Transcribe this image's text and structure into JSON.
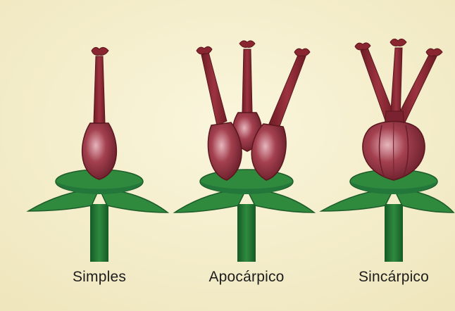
{
  "figure": {
    "colors": {
      "background": "#f6f1cf",
      "ovary": "#a4404f",
      "style": "#8a2630",
      "sepal": "#2f8a3e",
      "stem": "#1f6e31",
      "text": "#1c1c1c"
    },
    "labels": {
      "simples": "Simples",
      "apocarpico": "Apocárpico",
      "sincarpico": "Sincárpico"
    }
  }
}
